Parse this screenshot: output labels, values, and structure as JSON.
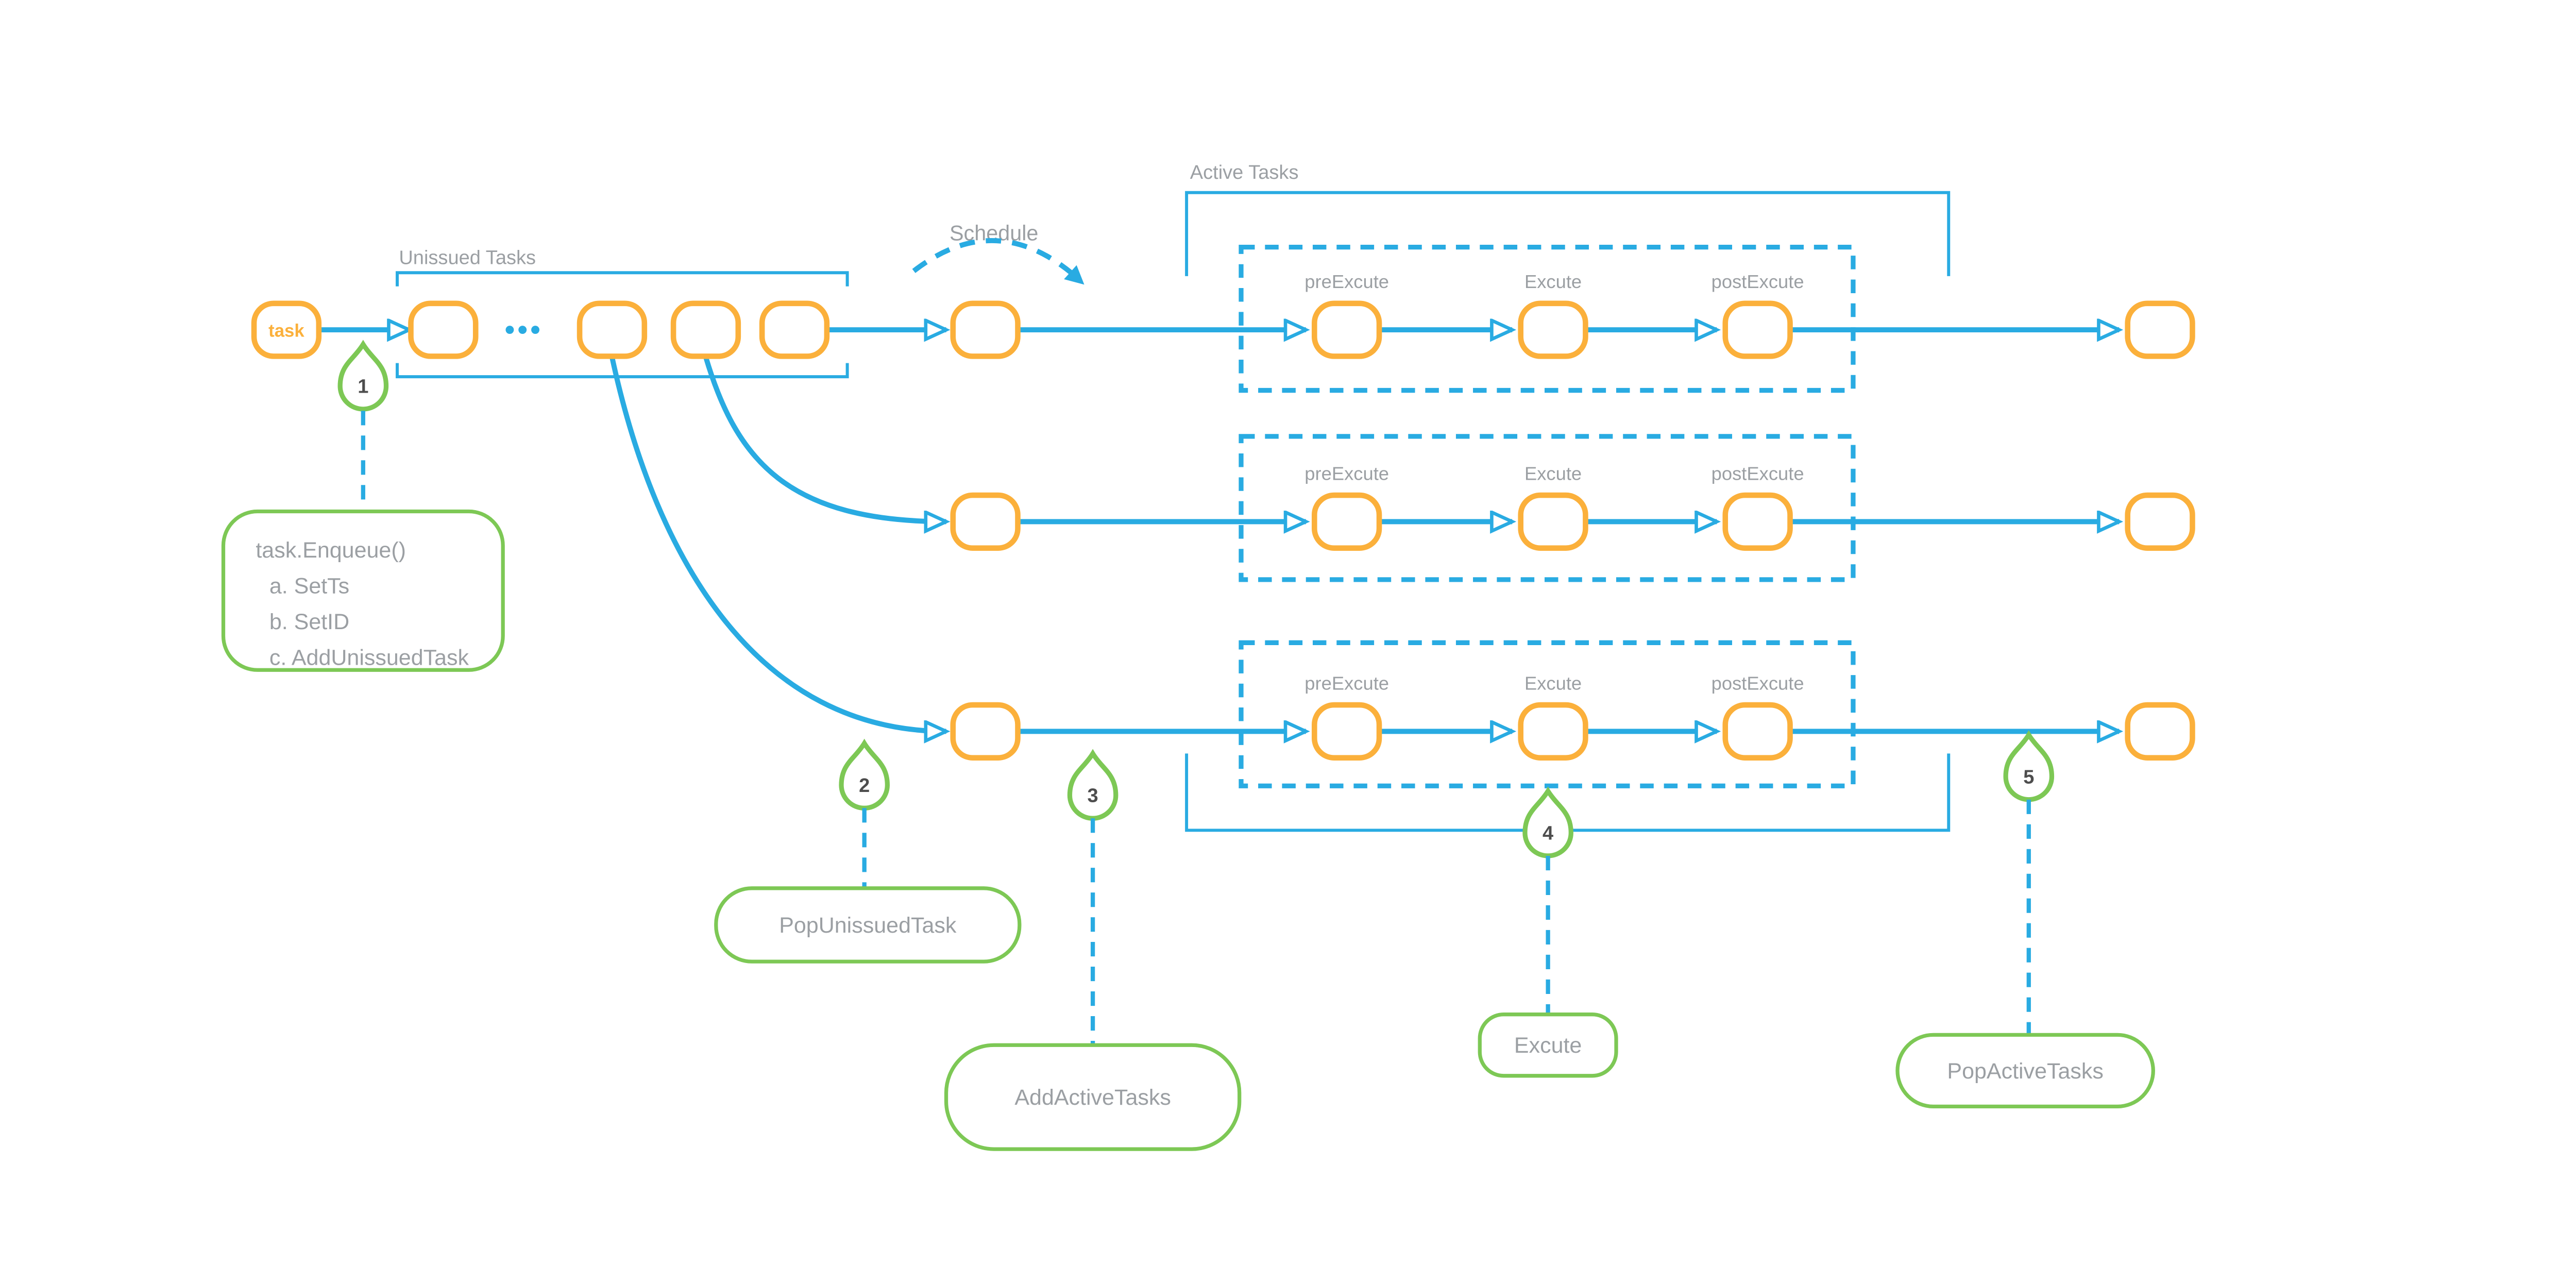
{
  "labels": {
    "unissued_tasks": "Unissued Tasks",
    "schedule": "Schedule",
    "active_tasks": "Active Tasks"
  },
  "task_node_label": "task",
  "phases": {
    "pre": "preExcute",
    "exec": "Excute",
    "post": "postExcute"
  },
  "icons": {
    "queue_ellipsis": "three-dots"
  },
  "markers": [
    {
      "number": "1",
      "label": "task.Enqueue()",
      "sub_items": [
        "a. SetTs",
        "b. SetID",
        "c. AddUnissuedTask"
      ]
    },
    {
      "number": "2",
      "label": "PopUnissuedTask"
    },
    {
      "number": "3",
      "label": "AddActiveTasks"
    },
    {
      "number": "4",
      "label": "Excute"
    },
    {
      "number": "5",
      "label": "PopActiveTasks"
    }
  ],
  "colors": {
    "flow_blue": "#29ABE2",
    "node_orange": "#FBB03B",
    "annotation_green": "#7DC855",
    "label_gray": "#9B9FA3",
    "number_gray": "#4D4D4D"
  }
}
